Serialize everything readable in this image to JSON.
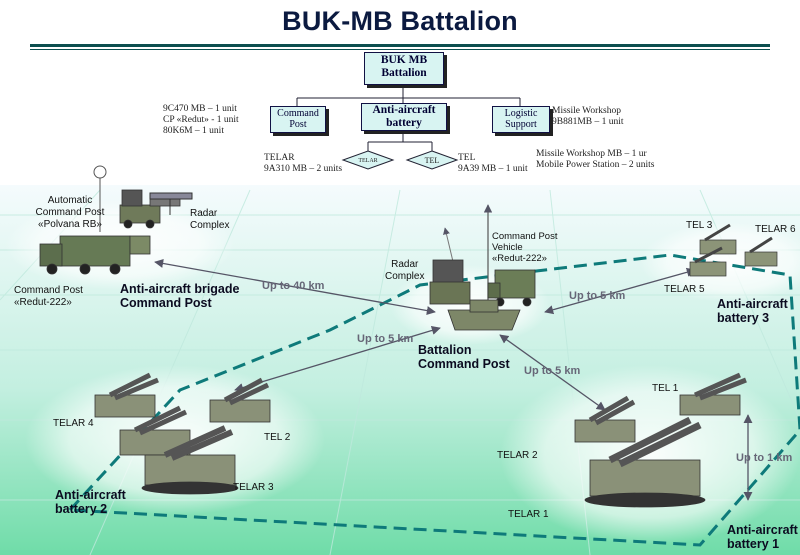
{
  "title": "BUK-MB Battalion",
  "org": {
    "root": "BUK MB Battalion",
    "command_post": "Command Post",
    "aa_battery": "Anti-aircraft battery",
    "logistic": "Logistic Support",
    "telar_symbol": "TELAR",
    "tel_symbol": "TEL"
  },
  "notes": {
    "cp_line1": "9C470 MB – 1 unit",
    "cp_line2": "CP «Redut» - 1 unit",
    "cp_line3": "80K6M – 1 unit",
    "mw_line1": "Missile Workshop",
    "mw_line2": "9B881MB   – 1 unit",
    "telar_line1": "TELAR",
    "telar_line2": "9A310 MB – 2 units",
    "tel_line1": "TEL",
    "tel_line2": "9A39 MB – 1 unit",
    "mwmb_line1": "Missile Workshop MB    – 1 ur",
    "mwmb_line2": "Mobile Power Station – 2 units"
  },
  "labels": {
    "acp_line1": "Automatic",
    "acp_line2": "Command Post",
    "acp_line3": "«Polvana RB»",
    "radar_left_line1": "Radar",
    "radar_left_line2": "Complex",
    "cp_redut_line1": "Command Post",
    "cp_redut_line2": "«Redut-222»",
    "brigade_line1": "Anti-aircraft brigade",
    "brigade_line2": "Command Post",
    "radar_center_line1": "Radar",
    "radar_center_line2": "Complex",
    "cpv_line1": "Command Post",
    "cpv_line2": "Vehicle",
    "cpv_line3": "«Redut-222»",
    "bcp_line1": "Battalion",
    "bcp_line2": "Command Post",
    "tel3": "TEL 3",
    "telar6": "TELAR 6",
    "telar5": "TELAR 5",
    "b3_line1": "Anti-aircraft",
    "b3_line2": "battery 3",
    "telar4": "TELAR 4",
    "tel2": "TEL 2",
    "telar3": "TELAR 3",
    "b2_line1": "Anti-aircraft",
    "b2_line2": "battery 2",
    "tel1": "TEL 1",
    "telar2": "TELAR 2",
    "telar1": "TELAR 1",
    "b1_line1": "Anti-aircraft",
    "b1_line2": "battery 1"
  },
  "distances": {
    "d40": "Up to 40 km",
    "d5_b3": "Up to 5  km",
    "d5_b2": "Up to 5 km",
    "d5_b1": "Up to 5 km",
    "d1": "Up to 1 km"
  },
  "colors": {
    "ground_top": "#f4fbff",
    "ground_bottom": "#7fe3b4",
    "org_box": "#d8f4f2",
    "dashed_line": "#0e7a7a",
    "title_color": "#0b1a40"
  }
}
